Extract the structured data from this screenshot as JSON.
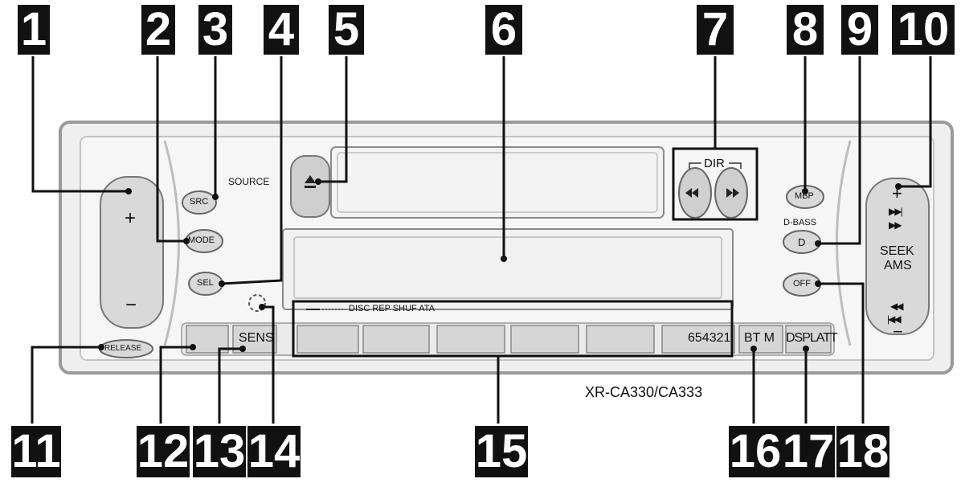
{
  "callouts": [
    "1",
    "2",
    "3",
    "4",
    "5",
    "6",
    "7",
    "8",
    "9",
    "10",
    "11",
    "12",
    "13",
    "14",
    "15",
    "16",
    "17",
    "18"
  ],
  "panel": {
    "source_label": "SOURCE",
    "src_button": "SRC",
    "mode_button": "MODE",
    "sel_button": "SEL",
    "release_button": "RELEASE",
    "dir_label": "DIR",
    "mbp_button": "MBP",
    "dbass_label": "D-BASS",
    "d_button": "D",
    "off_button": "OFF",
    "vol_plus": "+",
    "vol_minus": "−",
    "seek_plus": "+",
    "seek_label": "SEEK",
    "ams_label": "AMS",
    "seek_minus": "−",
    "display_indicators": "DISC REP SHUF ATA",
    "preset_sens": "SENS",
    "preset_numbers": "654321",
    "bt_m": "BT M",
    "dspl_att": "DSPLATT"
  },
  "model": "XR-CA330/CA333"
}
